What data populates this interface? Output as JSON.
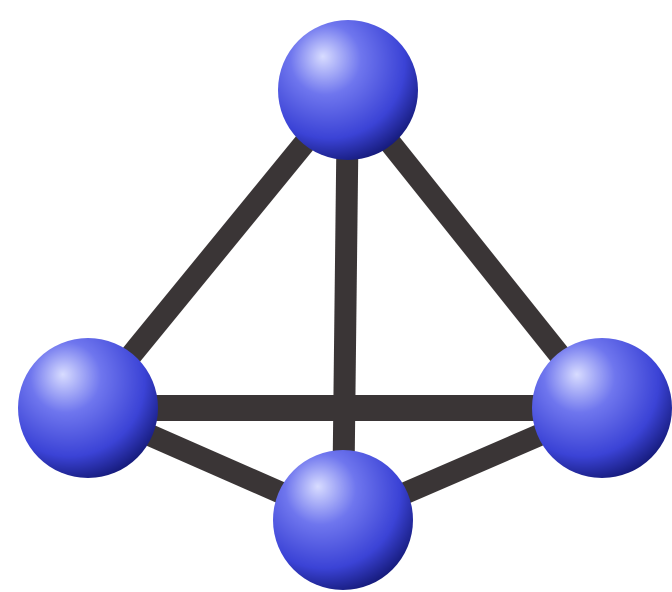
{
  "diagram": {
    "structure": "tetrahedron",
    "atom_count": 4,
    "bond_count": 6,
    "atoms": [
      {
        "id": "top"
      },
      {
        "id": "left"
      },
      {
        "id": "right"
      },
      {
        "id": "bottom"
      }
    ],
    "bonds": [
      {
        "from": "top",
        "to": "left",
        "layer": "front"
      },
      {
        "from": "top",
        "to": "right",
        "layer": "front"
      },
      {
        "from": "top",
        "to": "bottom",
        "layer": "back"
      },
      {
        "from": "left",
        "to": "right",
        "layer": "back"
      },
      {
        "from": "left",
        "to": "bottom",
        "layer": "front"
      },
      {
        "from": "right",
        "to": "bottom",
        "layer": "front"
      }
    ],
    "colors": {
      "background": "#ffffff",
      "bond": "#3a3536",
      "atom_light": "#d8dcff",
      "atom_mid": "#3b43d6",
      "atom_dark": "#151a7a"
    }
  }
}
